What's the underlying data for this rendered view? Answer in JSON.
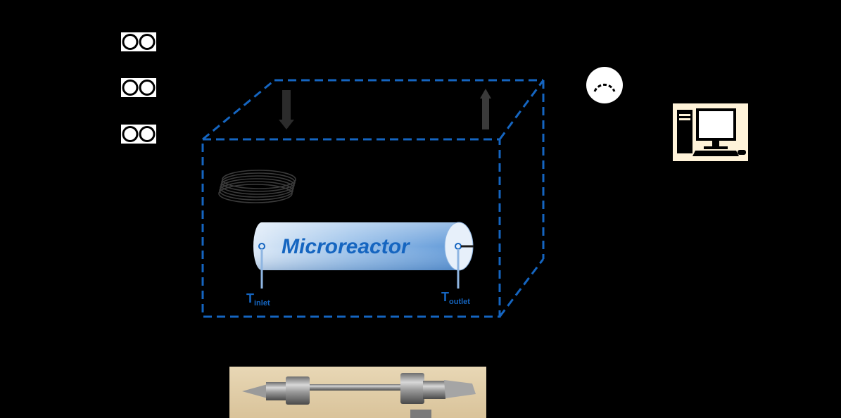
{
  "reactor_label": "Microreactor",
  "temperature_inlet": {
    "symbol": "T",
    "subscript": "inlet"
  },
  "temperature_outlet": {
    "symbol": "T",
    "subscript": "outlet"
  },
  "colors": {
    "background": "#000000",
    "enclosure_dash": "#1565c0",
    "reactor_label": "#1565c0",
    "reactor_fill_light": "#d6e6f7",
    "reactor_fill_dark": "#6ea3dd"
  },
  "icons": [
    "pump-icon",
    "pump-icon",
    "pump-icon",
    "pressure-gauge-icon",
    "computer-icon",
    "coil-icon",
    "down-arrow-icon",
    "up-arrow-icon",
    "microreactor-photo"
  ]
}
